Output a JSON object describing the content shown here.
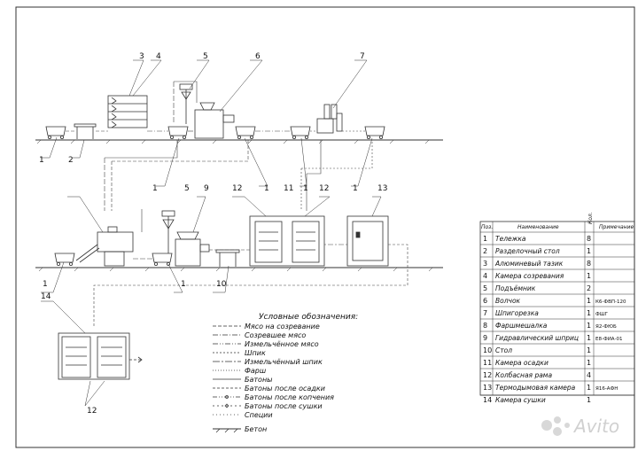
{
  "labels": {
    "n1": "1",
    "n2": "2",
    "n3": "3",
    "n4": "4",
    "n5": "5",
    "n6": "6",
    "n7": "7",
    "n9": "9",
    "n10": "10",
    "n11": "11",
    "n12": "12",
    "n13": "13",
    "n14": "14"
  },
  "legend": {
    "title": "Условные обозначения:",
    "items": [
      "Мясо на созревание",
      "Созревшее мясо",
      "Измельчённое мясо",
      "Шпик",
      "Измельчённый шпик",
      "Фарш",
      "Батоны",
      "Батоны после осадки",
      "Батоны после копчения",
      "Батоны после сушки",
      "Специи"
    ],
    "concrete": "Бетон"
  },
  "spec_table": {
    "headers": {
      "pos": "Поз.",
      "name": "Наименование",
      "qty": "Кол.",
      "note": "Примечание"
    },
    "rows": [
      {
        "pos": "1",
        "name": "Тележка",
        "qty": "8",
        "note": ""
      },
      {
        "pos": "2",
        "name": "Разделочный стол",
        "qty": "1",
        "note": ""
      },
      {
        "pos": "3",
        "name": "Алюминевый тазик",
        "qty": "8",
        "note": ""
      },
      {
        "pos": "4",
        "name": "Камера созревания",
        "qty": "1",
        "note": ""
      },
      {
        "pos": "5",
        "name": "Подъёмник",
        "qty": "2",
        "note": ""
      },
      {
        "pos": "6",
        "name": "Волчок",
        "qty": "1",
        "note": "К6-ФВП-120"
      },
      {
        "pos": "7",
        "name": "Шпигорезка",
        "qty": "1",
        "note": "ФШГ"
      },
      {
        "pos": "8",
        "name": "Фаршмешалка",
        "qty": "1",
        "note": "Я2-ФЮБ"
      },
      {
        "pos": "9",
        "name": "Гидравлический шприц",
        "qty": "1",
        "note": "Е8-ФИА-01"
      },
      {
        "pos": "10",
        "name": "Стол",
        "qty": "1",
        "note": ""
      },
      {
        "pos": "11",
        "name": "Камера осадки",
        "qty": "1",
        "note": ""
      },
      {
        "pos": "12",
        "name": "Колбасная рама",
        "qty": "4",
        "note": ""
      },
      {
        "pos": "13",
        "name": "Термодымовая камера",
        "qty": "1",
        "note": "Я16-АФН"
      },
      {
        "pos": "14",
        "name": "Камера сушки",
        "qty": "1",
        "note": ""
      }
    ]
  },
  "watermark": "Avito"
}
